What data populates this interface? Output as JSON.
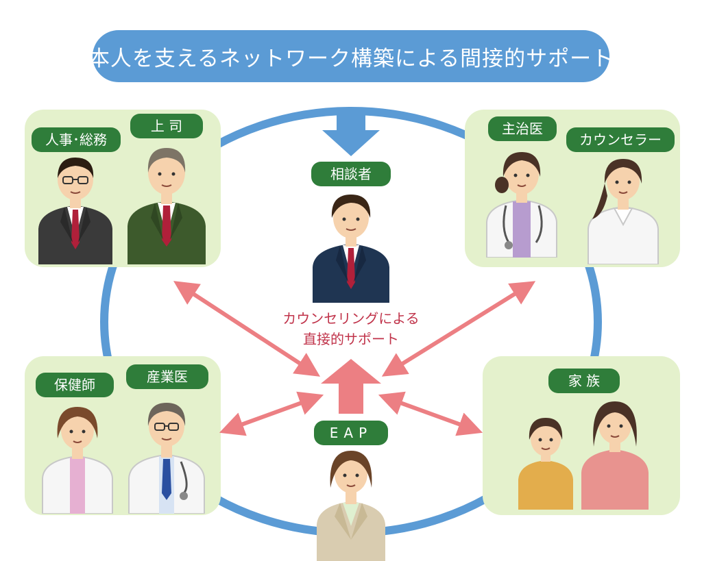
{
  "title": "本人を支えるネットワーク構築による間接的サポート",
  "center": {
    "label": "相談者",
    "caption_line1": "カウンセリングによる",
    "caption_line2": "直接的サポート"
  },
  "eap": {
    "label": "EAP"
  },
  "groups": {
    "workplace": {
      "labels": [
        "人事･総務",
        "上 司"
      ]
    },
    "medical": {
      "labels": [
        "主治医",
        "カウンセラー"
      ]
    },
    "health": {
      "labels": [
        "保健師",
        "産業医"
      ]
    },
    "family": {
      "labels": [
        "家 族"
      ]
    }
  },
  "colors": {
    "banner": "#5b9bd5",
    "ring": "#5b9bd5",
    "panel": "#e4f1cc",
    "label": "#2f7d3a",
    "arrow": "#ec7f83",
    "caption": "#c0334a"
  }
}
